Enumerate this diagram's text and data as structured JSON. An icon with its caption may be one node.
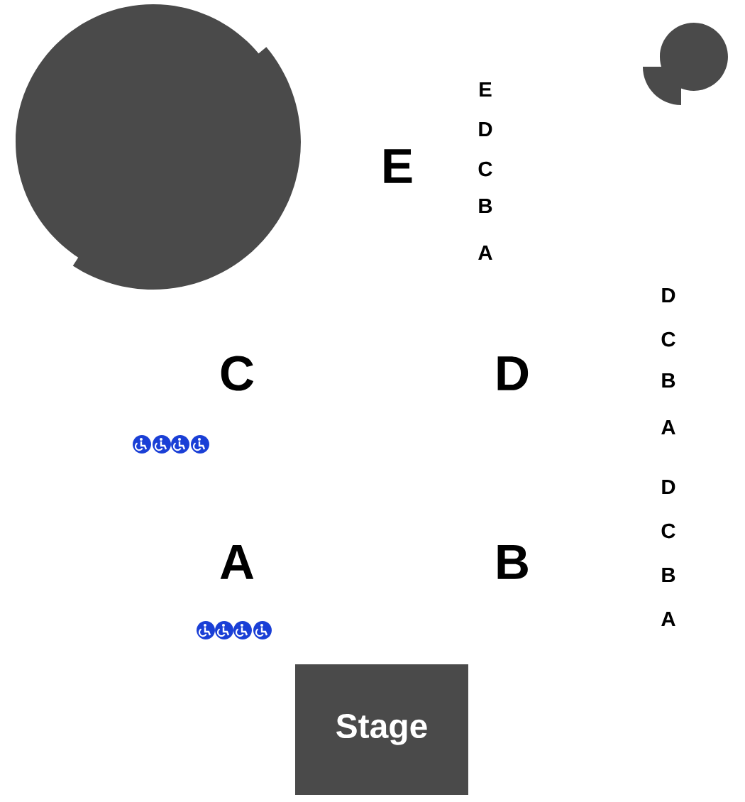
{
  "diagram": {
    "nodes": [
      {
        "text": [
          "Stage"
        ]
      }
    ],
    "labels": [
      "E",
      "D",
      "E",
      "C",
      "B",
      "A",
      "D",
      "C",
      "C",
      "D",
      "B",
      "A",
      "D",
      "C",
      "A",
      "B",
      "B",
      "A"
    ]
  }
}
